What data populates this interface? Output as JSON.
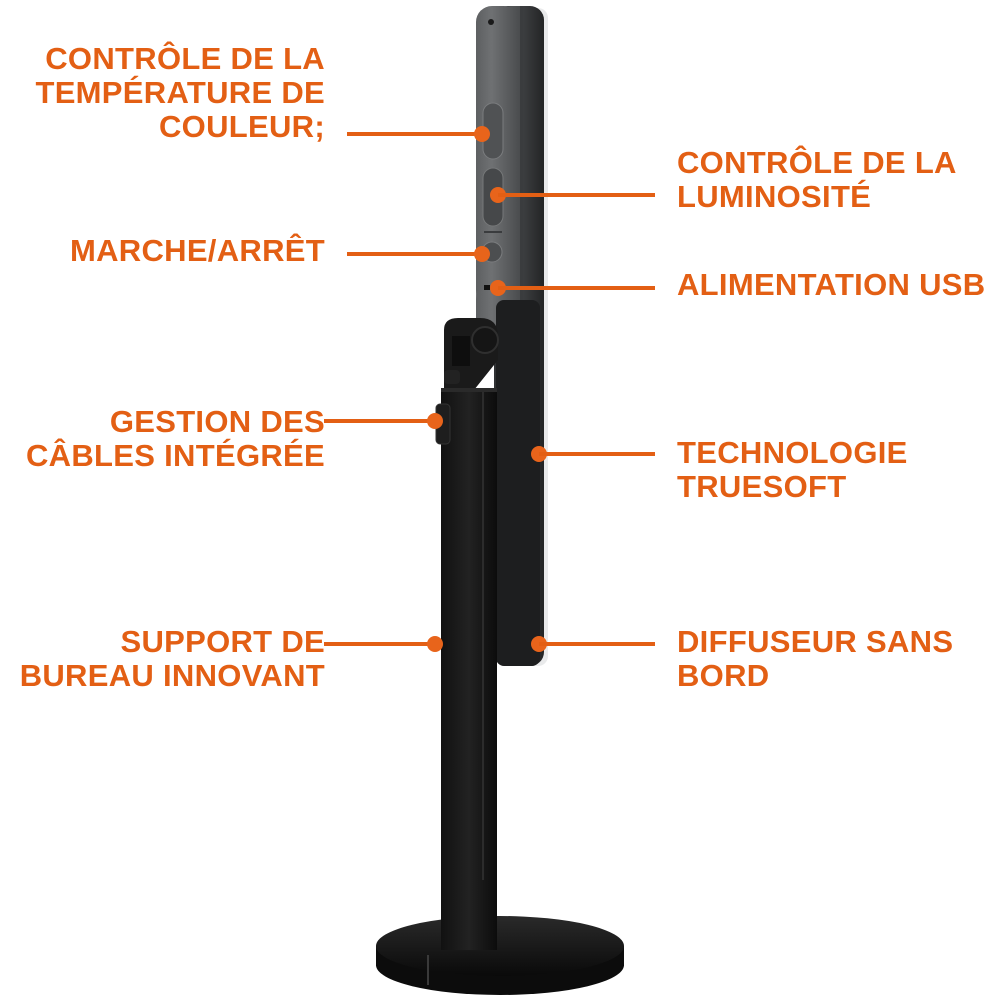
{
  "accent_color": "#E35F14",
  "product": "desk-lamp-with-light-panel",
  "callouts_left": [
    {
      "id": "color-temperature",
      "lines": [
        "CONTRÔLE DE LA",
        "TEMPÉRATURE DE",
        "COULEUR;"
      ]
    },
    {
      "id": "power",
      "lines": [
        "MARCHE/ARRÊT"
      ]
    },
    {
      "id": "cable-management",
      "lines": [
        "GESTION DES",
        "CÂBLES INTÉGRÉE"
      ]
    },
    {
      "id": "desk-stand",
      "lines": [
        "SUPPORT DE",
        "BUREAU INNOVANT"
      ]
    }
  ],
  "callouts_right": [
    {
      "id": "brightness",
      "lines": [
        "CONTRÔLE DE LA",
        "LUMINOSITÉ"
      ]
    },
    {
      "id": "usb-power",
      "lines": [
        "ALIMENTATION USB"
      ]
    },
    {
      "id": "truesoft",
      "lines": [
        "TECHNOLOGIE",
        "TRUESOFT"
      ]
    },
    {
      "id": "diffuser",
      "lines": [
        "DIFFUSEUR SANS",
        "BORD"
      ]
    }
  ]
}
